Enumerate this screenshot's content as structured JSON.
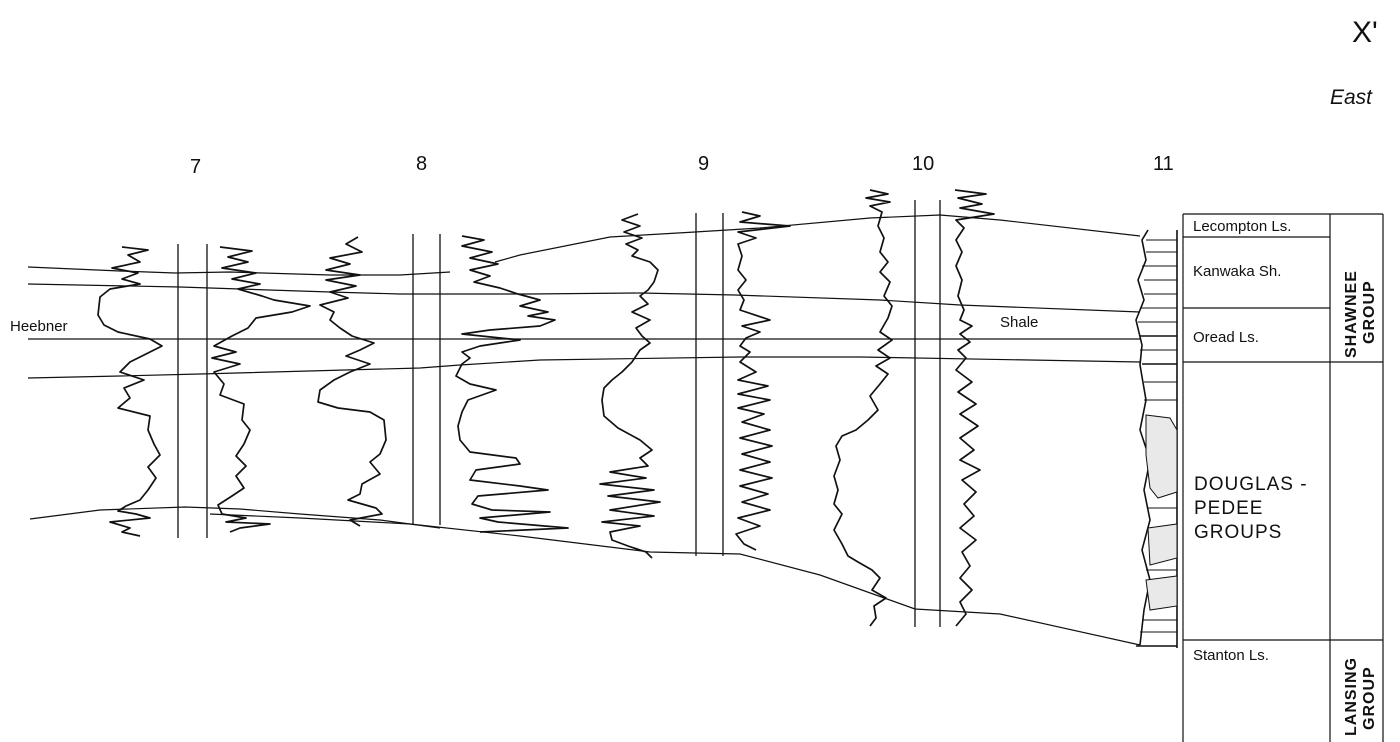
{
  "section": {
    "label": "X'",
    "direction": "East"
  },
  "wells": [
    "7",
    "8",
    "9",
    "10",
    "11"
  ],
  "markers": {
    "heebner": "Heebner",
    "shale": "Shale"
  },
  "units": [
    {
      "id": "lecompton",
      "name": "Lecompton Ls."
    },
    {
      "id": "kanwaka",
      "name": "Kanwaka Sh."
    },
    {
      "id": "oread",
      "name": "Oread Ls."
    },
    {
      "id": "stanton",
      "name": "Stanton Ls."
    }
  ],
  "groups": {
    "shawnee": [
      "SHAWNEE",
      "GROUP"
    ],
    "douglas_pedee": [
      "DOUGLAS -",
      "PEDEE",
      "GROUPS"
    ],
    "lansing": [
      "LANSING",
      "GROUP"
    ]
  }
}
